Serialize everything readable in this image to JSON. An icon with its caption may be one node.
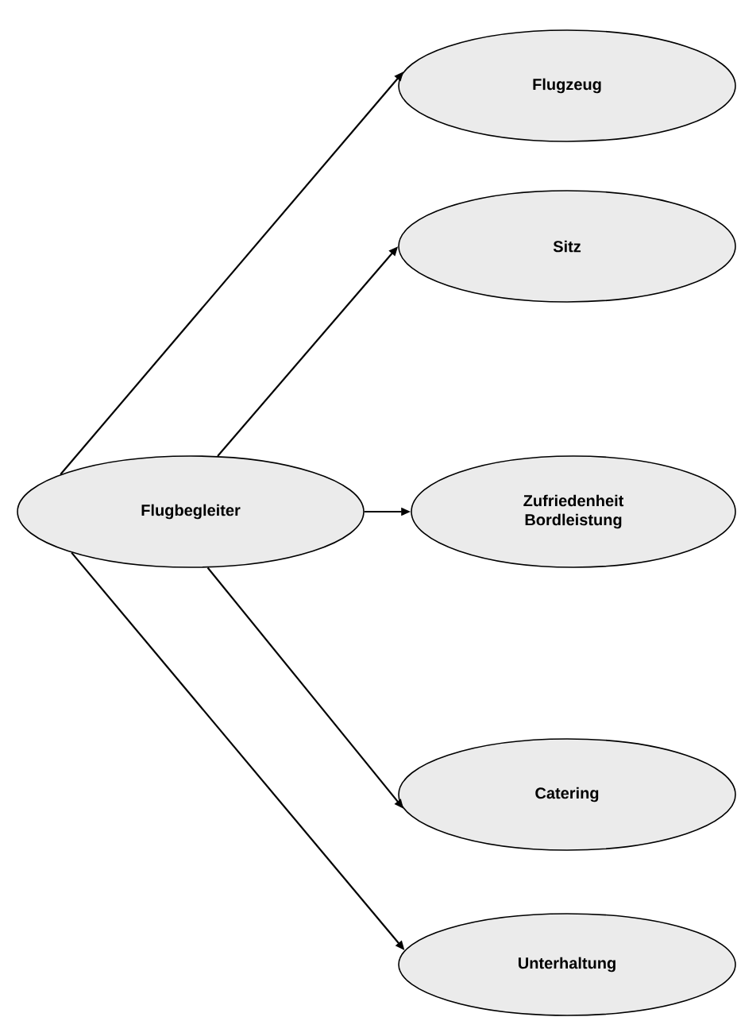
{
  "diagram": {
    "nodes": [
      {
        "text": [
          "Flugbegleiter"
        ]
      },
      {
        "text": [
          "Flugzeug"
        ]
      },
      {
        "text": [
          "Sitz"
        ]
      },
      {
        "text": [
          "Zufriedenheit Bordleistung"
        ]
      },
      {
        "text": [
          "Catering"
        ]
      },
      {
        "text": [
          "Unterhaltung"
        ]
      }
    ],
    "edges": [
      {
        "from": 0,
        "to": 1,
        "arrow": "to"
      },
      {
        "from": 0,
        "to": 2,
        "arrow": "to"
      },
      {
        "from": 0,
        "to": 3,
        "arrow": "to"
      },
      {
        "from": 0,
        "to": 4,
        "arrow": "to"
      },
      {
        "from": 0,
        "to": 5,
        "arrow": "to"
      }
    ]
  }
}
